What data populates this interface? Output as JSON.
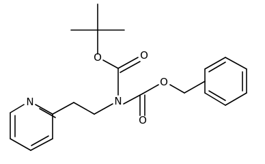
{
  "atoms": {
    "o1": "O",
    "o2": "O",
    "n1": "N",
    "o3": "O",
    "o4": "O",
    "n2": "N"
  }
}
